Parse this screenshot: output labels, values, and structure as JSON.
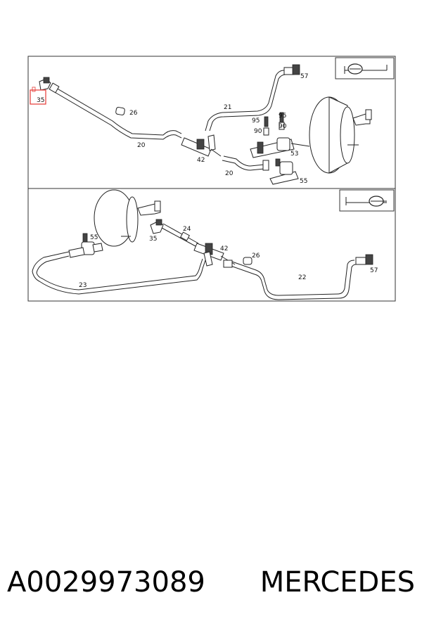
{
  "diagram": {
    "top": {
      "labels": {
        "p35": "35",
        "p26": "26",
        "p20a": "20",
        "p20b": "20",
        "p21": "21",
        "p42": "42",
        "p57": "57",
        "p95a": "95",
        "p95b": "95",
        "p90a": "90",
        "p90b": "90",
        "p53": "53",
        "p55": "55"
      },
      "highlight_color": "#e53935"
    },
    "bottom": {
      "labels": {
        "p55": "55",
        "p35": "35",
        "p24": "24",
        "p42": "42",
        "p26": "26",
        "p23": "23",
        "p22": "22",
        "p57": "57"
      }
    }
  },
  "caption": {
    "part_number": "A0029973089",
    "brand": "MERCEDES"
  }
}
